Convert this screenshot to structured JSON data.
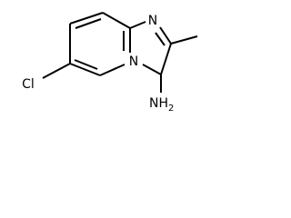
{
  "atoms": {
    "chlorine": "Cl",
    "ring_nitrogen_top": "N",
    "ring_nitrogen_bridge": "N",
    "amine": "NH",
    "amine_subscript": "2"
  },
  "colors": {
    "bond": "#000000",
    "label": "#000000",
    "background": "#ffffff"
  }
}
